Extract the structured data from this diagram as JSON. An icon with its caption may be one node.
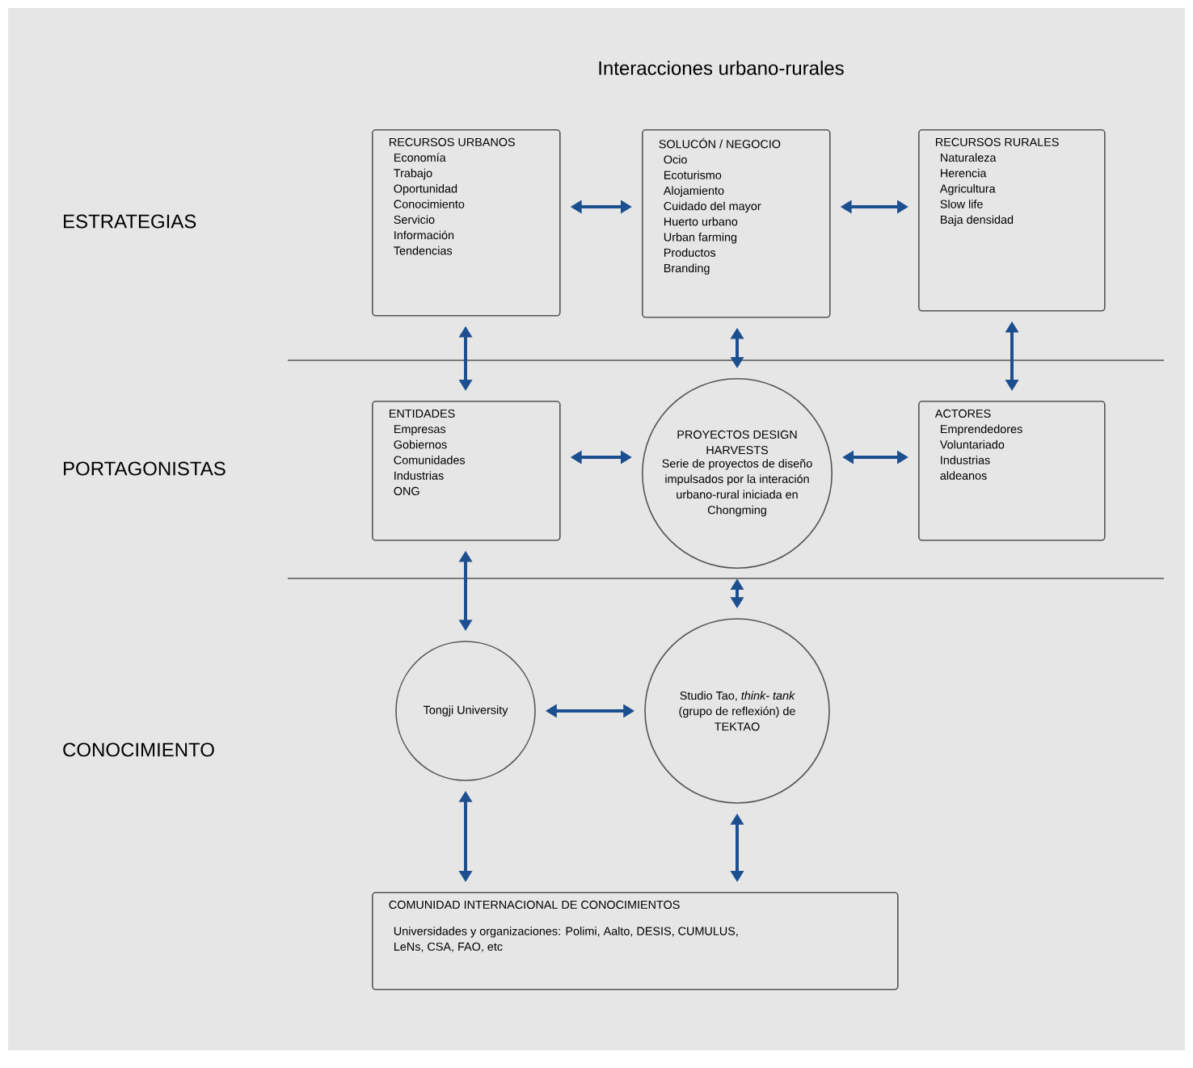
{
  "diagram": {
    "title": "Interacciones urbano-rurales",
    "nodes": [
      {
        "text": [
          "RECURSOS URBANOS",
          "Economía",
          "Trabajo",
          "Oportunidad",
          "Conocimiento",
          "Servicio",
          "Información",
          "Tendencias"
        ]
      },
      {
        "text": [
          "SOLUCÓN / NEGOCIO",
          "Ocio",
          "Ecoturismo",
          "Alojamiento",
          "Cuidado del mayor",
          "Huerto urbano",
          "Urban farming",
          "Productos",
          "Branding"
        ]
      },
      {
        "text": [
          "RECURSOS RURALES",
          "Naturaleza",
          "Herencia",
          "Agricultura",
          "Slow life",
          "Baja densidad"
        ]
      },
      {
        "text": [
          "ENTIDADES",
          "Empresas",
          "Gobiernos",
          "Comunidades",
          "Industrias",
          "ONG"
        ]
      },
      {
        "text": [
          "PROYECTOS DESIGN HARVESTS",
          "Serie de proyectos de diseño impulsados por la interación urbano-rural iniciada en Chongming"
        ]
      },
      {
        "text": [
          "ACTORES",
          "Emprendedores",
          "Voluntariado",
          "Industrias",
          "aldeanos"
        ]
      },
      {
        "text": [
          "Tongji University"
        ]
      },
      {
        "text": [
          "Studio Tao, *think- tank* (grupo de reflexión) de TEKTAO"
        ]
      },
      {
        "text": [
          "COMUNIDAD INTERNACIONAL DE CONOCIMIENTOS",
          "Universidades y organizaciones: Polimi, Aalto, DESIS, CUMULUS, LeNs, CSA, FAO, etc"
        ]
      }
    ],
    "edges": [
      {
        "from": 0,
        "to": 1,
        "arrow": "both"
      },
      {
        "from": 1,
        "to": 2,
        "arrow": "both"
      },
      {
        "from": 0,
        "to": 3,
        "arrow": "both"
      },
      {
        "from": 1,
        "to": 4,
        "arrow": "both"
      },
      {
        "from": 2,
        "to": 5,
        "arrow": "both"
      },
      {
        "from": 3,
        "to": 4,
        "arrow": "both"
      },
      {
        "from": 4,
        "to": 5,
        "arrow": "both"
      },
      {
        "from": 3,
        "to": 6,
        "arrow": "both"
      },
      {
        "from": 4,
        "to": 7,
        "arrow": "both"
      },
      {
        "from": 6,
        "to": 7,
        "arrow": "both"
      },
      {
        "from": 6,
        "to": 8,
        "arrow": "both"
      },
      {
        "from": 7,
        "to": 8,
        "arrow": "both"
      }
    ],
    "labels": [
      "ESTRATEGIAS",
      "PORTAGONISTAS",
      "CONOCIMIENTO"
    ]
  }
}
